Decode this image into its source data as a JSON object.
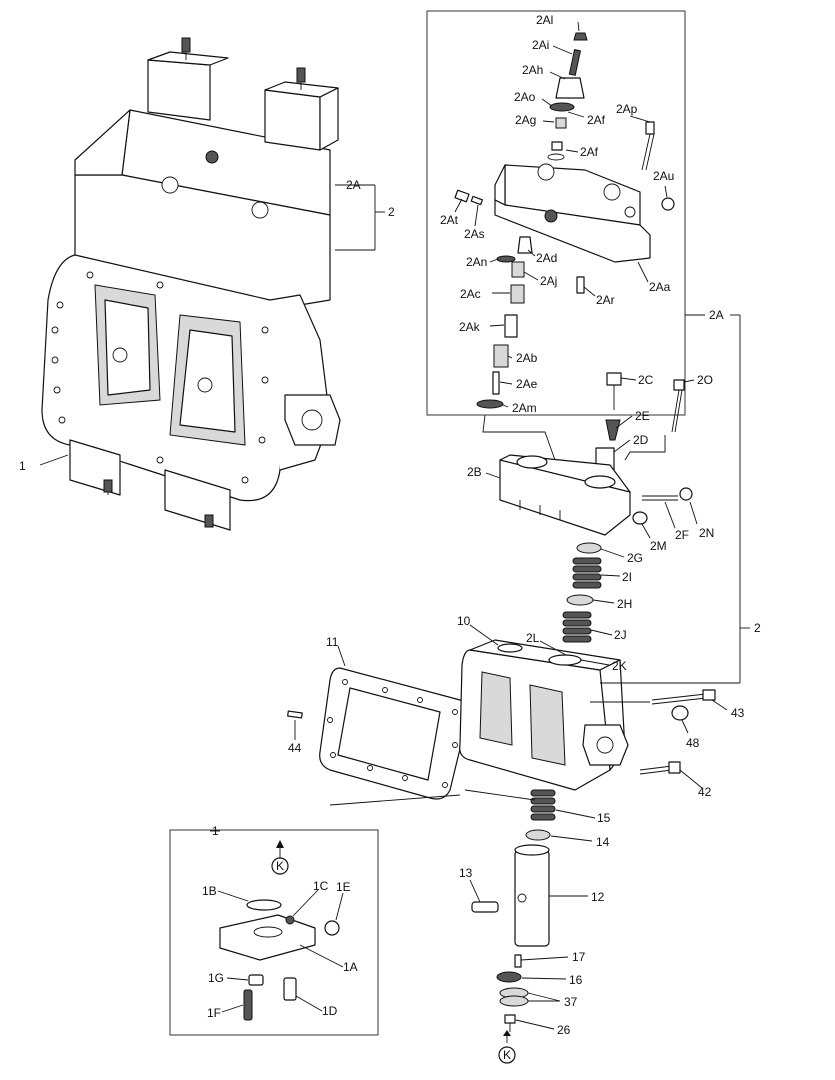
{
  "labels": {
    "l_2Al": "2Al",
    "l_2Ai": "2Ai",
    "l_2Ah": "2Ah",
    "l_2Ao": "2Ao",
    "l_2Ap": "2Ap",
    "l_2Ag": "2Ag",
    "l_2Af_a": "2Af",
    "l_2Af_b": "2Af",
    "l_2A_top": "2A",
    "l_2_top": "2",
    "l_2Au": "2Au",
    "l_2At": "2At",
    "l_2As": "2As",
    "l_2An": "2An",
    "l_2Ad": "2Ad",
    "l_2Aj": "2Aj",
    "l_2Aa": "2Aa",
    "l_2Ac": "2Ac",
    "l_2Ar": "2Ar",
    "l_2Ak": "2Ak",
    "l_2A_mid": "2A",
    "l_2Ab": "2Ab",
    "l_2Ae": "2Ae",
    "l_2Am": "2Am",
    "l_2C": "2C",
    "l_2O": "2O",
    "l_2E": "2E",
    "l_2D": "2D",
    "l_2B": "2B",
    "l_2F": "2F",
    "l_2N": "2N",
    "l_2M": "2M",
    "l_2G": "2G",
    "l_2I": "2I",
    "l_2H": "2H",
    "l_2J": "2J",
    "l_2L": "2L",
    "l_2K": "2K",
    "l_2_mid": "2",
    "l_1_asm": "1",
    "l_10": "10",
    "l_11": "11",
    "l_43": "43",
    "l_44": "44",
    "l_48": "48",
    "l_42": "42",
    "l_15": "15",
    "l_14": "14",
    "l_13": "13",
    "l_12": "12",
    "l_17": "17",
    "l_16": "16",
    "l_37": "37",
    "l_26": "26",
    "l_K_bottom": "K",
    "l_1_box": "1",
    "l_K_box": "K",
    "l_1B": "1B",
    "l_1C": "1C",
    "l_1E": "1E",
    "l_1A": "1A",
    "l_1G": "1G",
    "l_1F": "1F",
    "l_1D": "1D"
  },
  "icons": {
    "reference_marker": "circled-letter-K"
  }
}
